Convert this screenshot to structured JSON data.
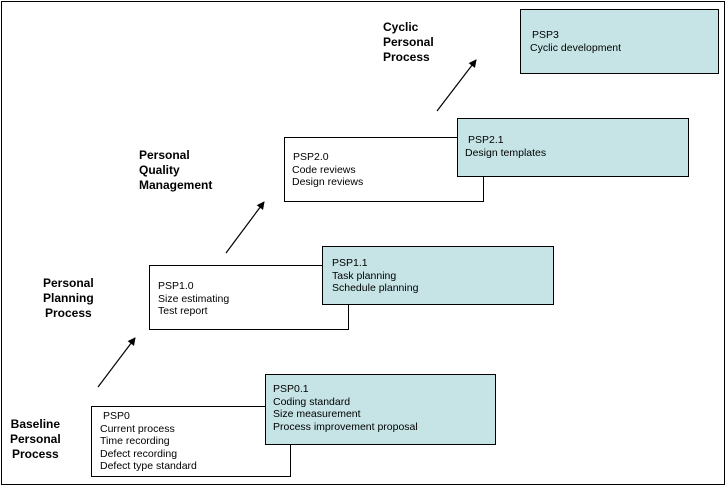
{
  "stages": [
    {
      "id": "baseline",
      "lines": [
        "Baseline",
        "Personal",
        "Process"
      ]
    },
    {
      "id": "planning",
      "lines": [
        "Personal",
        "Planning",
        "Process"
      ]
    },
    {
      "id": "quality",
      "lines": [
        "Personal",
        "Quality",
        "Management"
      ]
    },
    {
      "id": "cyclic",
      "lines": [
        "Cyclic",
        "Personal",
        "Process"
      ]
    }
  ],
  "boxes": [
    {
      "id": "psp0",
      "style": "white",
      "title": "PSP0",
      "items": [
        "Current process",
        "Time recording",
        "Defect recording",
        "Defect type standard"
      ]
    },
    {
      "id": "psp0-1",
      "style": "teal",
      "title": "PSP0.1",
      "items": [
        "Coding standard",
        "Size measurement",
        "Process improvement proposal"
      ]
    },
    {
      "id": "psp1-0",
      "style": "white",
      "title": "PSP1.0",
      "items": [
        "Size estimating",
        "Test report"
      ]
    },
    {
      "id": "psp1-1",
      "style": "teal",
      "title": "PSP1.1",
      "items": [
        "Task planning",
        "Schedule planning"
      ]
    },
    {
      "id": "psp2-0",
      "style": "white",
      "title": "PSP2.0",
      "items": [
        "Code reviews",
        "Design reviews"
      ]
    },
    {
      "id": "psp2-1",
      "style": "teal",
      "title": "PSP2.1",
      "items": [
        "Design templates"
      ]
    },
    {
      "id": "psp3",
      "style": "teal",
      "title": "PSP3",
      "items": [
        "Cyclic development"
      ]
    }
  ],
  "colors": {
    "teal_fill": "#c6e4e6",
    "white_fill": "#ffffff",
    "stroke": "#000000"
  }
}
